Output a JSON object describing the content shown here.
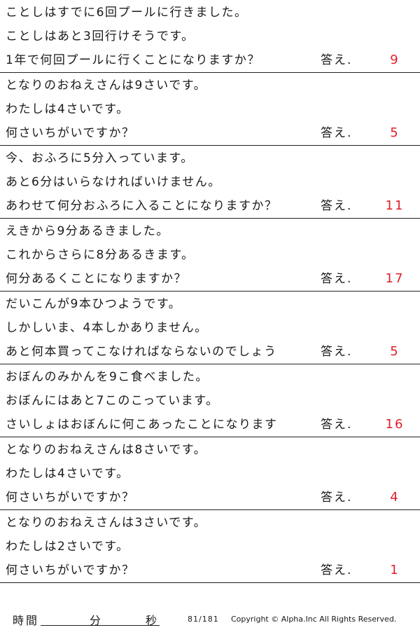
{
  "answer_label": "答え.",
  "answer_color": "#e0202a",
  "problems": [
    {
      "lines": [
        "ことしはすでに6回プールに行きました。",
        "ことしはあと3回行けそうです。",
        "1年で何回プールに行くことになりますか？"
      ],
      "answer": "9"
    },
    {
      "lines": [
        "となりのおねえさんは9さいです。",
        "わたしは4さいです。",
        "何さいちがいですか？"
      ],
      "answer": "5"
    },
    {
      "lines": [
        "今、おふろに5分入っています。",
        "あと6分はいらなければいけません。",
        "あわせて何分おふろに入ることになりますか？"
      ],
      "answer": "11"
    },
    {
      "lines": [
        "えきから9分あるきました。",
        "これからさらに8分あるきます。",
        "何分あるくことになりますか？"
      ],
      "answer": "17"
    },
    {
      "lines": [
        "だいこんが9本ひつようです。",
        "しかしいま、4本しかありません。",
        "あと何本買ってこなければならないのでしょう"
      ],
      "answer": "5"
    },
    {
      "lines": [
        "おぼんのみかんを9こ食べました。",
        "おぼんにはあと7このこっています。",
        "さいしょはおぼんに何こあったことになります"
      ],
      "answer": "16"
    },
    {
      "lines": [
        "となりのおねえさんは8さいです。",
        "わたしは4さいです。",
        "何さいちがいですか？"
      ],
      "answer": "4"
    },
    {
      "lines": [
        "となりのおねえさんは3さいです。",
        "わたしは2さいです。",
        "何さいちがいですか？"
      ],
      "answer": "1"
    }
  ],
  "footer": {
    "time_label": "時間",
    "minutes_label": "分",
    "seconds_label": "秒",
    "page": "81/181",
    "copyright": "Copyright ©  Alpha.Inc All Rights Reserved."
  }
}
